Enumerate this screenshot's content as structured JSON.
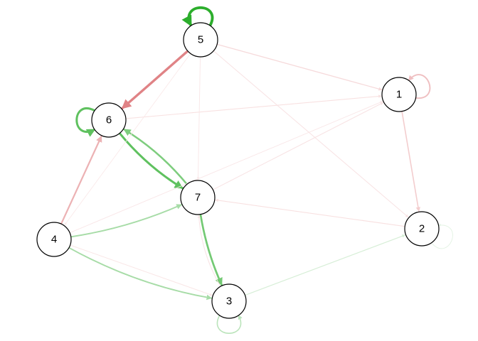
{
  "graph": {
    "nodes": [
      {
        "id": "1",
        "label": "1"
      },
      {
        "id": "2",
        "label": "2"
      },
      {
        "id": "3",
        "label": "3"
      },
      {
        "id": "4",
        "label": "4"
      },
      {
        "id": "5",
        "label": "5"
      },
      {
        "id": "6",
        "label": "6"
      },
      {
        "id": "7",
        "label": "7"
      }
    ],
    "colors": {
      "positive_strong": "#22aa22",
      "positive_light": "#bfe3bf",
      "negative_strong": "#d9686c",
      "negative_light": "#f0c9cb",
      "node_fill": "#ffffff",
      "node_stroke": "#000000"
    },
    "edges": [
      {
        "from": "5",
        "to": "5",
        "sign": "positive",
        "weight": 0.95
      },
      {
        "from": "6",
        "to": "6",
        "sign": "positive",
        "weight": 0.7
      },
      {
        "from": "1",
        "to": "1",
        "sign": "negative",
        "weight": 0.35
      },
      {
        "from": "3",
        "to": "3",
        "sign": "positive",
        "weight": 0.25
      },
      {
        "from": "2",
        "to": "2",
        "sign": "positive",
        "weight": 0.05
      },
      {
        "from": "5",
        "to": "6",
        "sign": "negative",
        "weight": 0.8
      },
      {
        "from": "6",
        "to": "7",
        "sign": "positive",
        "weight": 0.7
      },
      {
        "from": "7",
        "to": "6",
        "sign": "positive",
        "weight": 0.55
      },
      {
        "from": "7",
        "to": "3",
        "sign": "positive",
        "weight": 0.6
      },
      {
        "from": "4",
        "to": "6",
        "sign": "negative",
        "weight": 0.45
      },
      {
        "from": "4",
        "to": "7",
        "sign": "positive",
        "weight": 0.35
      },
      {
        "from": "4",
        "to": "3",
        "sign": "positive",
        "weight": 0.35
      },
      {
        "from": "1",
        "to": "2",
        "sign": "negative",
        "weight": 0.25
      },
      {
        "from": "5",
        "to": "1",
        "sign": "negative",
        "weight": 0.15
      },
      {
        "from": "6",
        "to": "1",
        "sign": "negative",
        "weight": 0.1
      },
      {
        "from": "7",
        "to": "1",
        "sign": "negative",
        "weight": 0.08
      },
      {
        "from": "3",
        "to": "2",
        "sign": "positive",
        "weight": 0.12
      },
      {
        "from": "2",
        "to": "7",
        "sign": "negative",
        "weight": 0.1
      },
      {
        "from": "5",
        "to": "2",
        "sign": "negative",
        "weight": 0.08
      },
      {
        "from": "4",
        "to": "1",
        "sign": "negative",
        "weight": 0.05
      },
      {
        "from": "3",
        "to": "7",
        "sign": "negative",
        "weight": 0.08
      },
      {
        "from": "4",
        "to": "3",
        "sign": "negative",
        "weight": 0.06
      },
      {
        "from": "5",
        "to": "7",
        "sign": "negative",
        "weight": 0.05
      },
      {
        "from": "5",
        "to": "4",
        "sign": "negative",
        "weight": 0.03
      }
    ]
  }
}
